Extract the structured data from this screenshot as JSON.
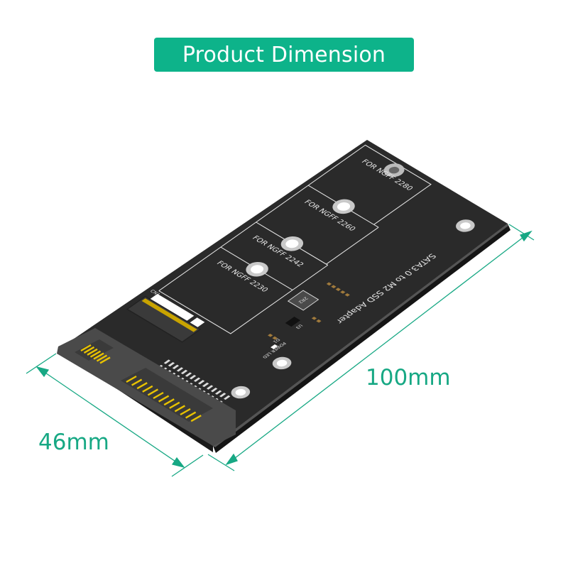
{
  "header": {
    "title": "Product Dimension"
  },
  "dimensions": {
    "length_label": "100mm",
    "width_label": "46mm"
  },
  "pcb": {
    "zones": [
      "FOR NGFF 2280",
      "FOR NGFF 2260",
      "FOR NGFF 2242",
      "FOR NGFF 2230"
    ],
    "adapter_text": "SATA3.0 to M2 SSD Adapter",
    "connector_label": "CN1",
    "inductor_label": "2R2",
    "ic_label": "U3",
    "led_label": "POWER LED",
    "led_ref": "D1"
  },
  "colors": {
    "accent": "#0db38a",
    "dimension": "#17a884",
    "board": "#2a2a2a",
    "pins": "#e8c200"
  }
}
